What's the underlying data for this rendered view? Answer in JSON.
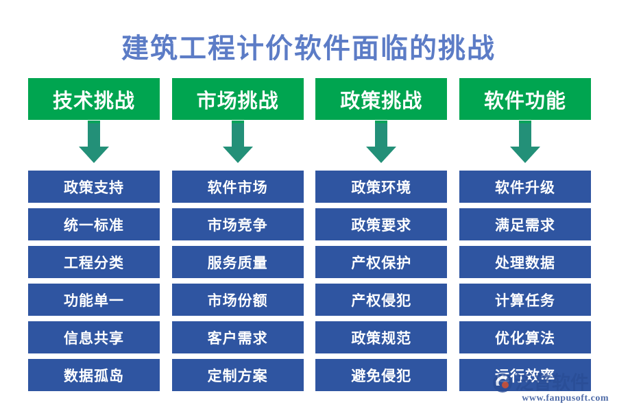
{
  "page": {
    "title": "建筑工程计价软件面临的挑战",
    "background_color": "#ffffff",
    "title_color": "#5c7cc6"
  },
  "theme": {
    "header_fill": "#00a550",
    "item_fill": "#2f55a1",
    "arrow_fill": "#239078",
    "arrow_top_fill": "#0ba35c",
    "text_color": "#ffffff"
  },
  "diagram": {
    "type": "column-flow",
    "arrow_icon": "down-arrow-icon",
    "columns": [
      {
        "header": "技术挑战",
        "items": [
          "政策支持",
          "统一标准",
          "工程分类",
          "功能单一",
          "信息共享",
          "数据孤岛"
        ]
      },
      {
        "header": "市场挑战",
        "items": [
          "软件市场",
          "市场竞争",
          "服务质量",
          "市场份额",
          "客户需求",
          "定制方案"
        ]
      },
      {
        "header": "政策挑战",
        "items": [
          "政策环境",
          "政策要求",
          "产权保护",
          "产权侵犯",
          "政策规范",
          "避免侵犯"
        ]
      },
      {
        "header": "软件功能",
        "items": [
          "软件升级",
          "满足需求",
          "处理数据",
          "计算任务",
          "优化算法",
          "运行效率"
        ]
      }
    ]
  },
  "watermark": {
    "brand": "泛普软件",
    "url": "www.fanpusoft.com",
    "logo_icon": "fanpu-circle-logo-icon"
  }
}
